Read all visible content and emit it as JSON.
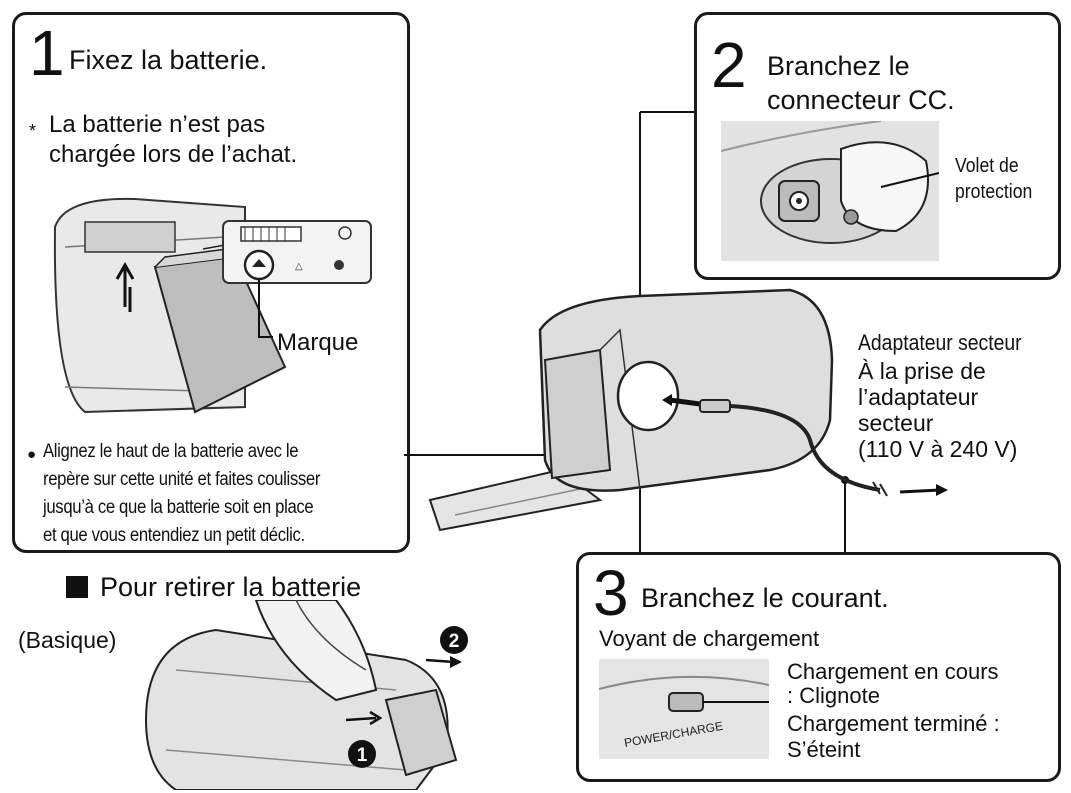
{
  "step1": {
    "number": "1",
    "title": "Fixez la batterie.",
    "note_bullet": "*",
    "note_line1": "La batterie n’est pas",
    "note_line2": "chargée lors de l’achat.",
    "mark_label": "Marque",
    "instr_bullet": "●",
    "instr_line1": "Alignez le haut de la batterie avec le",
    "instr_line2": "repère sur cette unité et faites coulisser",
    "instr_line3": "jusqu’à ce que la batterie soit en place",
    "instr_line4": "et que vous entendiez un petit déclic."
  },
  "step2": {
    "number": "2",
    "title_line1": "Branchez le",
    "title_line2": "connecteur CC.",
    "cover_label_line1": "Volet de",
    "cover_label_line2": "protection"
  },
  "step3": {
    "number": "3",
    "title": "Branchez le courant.",
    "lamp_label": "Voyant de chargement",
    "lamp_print": "POWER/CHARGE",
    "charging_line1": "Chargement en cours",
    "charging_line2": ": Clignote",
    "done_line1": "Chargement terminé :",
    "done_line2": "S’éteint"
  },
  "adapter": {
    "line1": "Adaptateur secteur",
    "line2": "À la prise de",
    "line3": "l’adaptateur",
    "line4": "secteur",
    "line5": "(110 V à 240 V)"
  },
  "removal": {
    "title": "Pour retirer la batterie",
    "subtitle": "(Basique)",
    "marker1": "1",
    "marker2": "2"
  }
}
